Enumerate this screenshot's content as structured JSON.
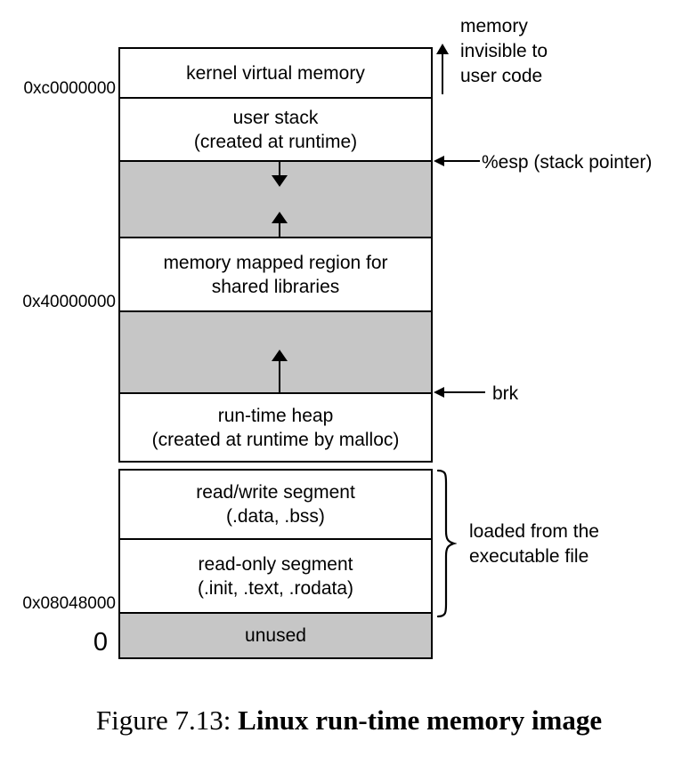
{
  "diagram": {
    "segments": {
      "kernel": {
        "line1": "kernel virtual memory"
      },
      "user_stack": {
        "line1": "user stack",
        "line2": "(created at runtime)"
      },
      "mmap": {
        "line1": "memory mapped region for",
        "line2": "shared libraries"
      },
      "heap": {
        "line1": "run-time heap",
        "line2": "(created at runtime by malloc)"
      },
      "rw": {
        "line1": "read/write segment",
        "line2": "(.data, .bss)"
      },
      "ro": {
        "line1": "read-only segment",
        "line2": "(.init, .text, .rodata)"
      },
      "unused": {
        "line1": "unused"
      }
    },
    "addresses": {
      "kernel_boundary": "0xc0000000",
      "mmap_boundary": "0x40000000",
      "text_start": "0x08048000",
      "zero": "0"
    },
    "annotations": {
      "invisible_line1": "memory",
      "invisible_line2": "invisible to",
      "invisible_line3": "user code",
      "esp": "%esp (stack pointer)",
      "brk": "brk",
      "loaded_line1": "loaded from the",
      "loaded_line2": "executable file"
    },
    "icons": {
      "stack_growth": "down-arrow-icon",
      "mmap_growth": "up-arrow-icon",
      "heap_growth": "up-arrow-icon",
      "kernel_region": "up-arrow-icon",
      "esp_pointer": "left-arrow-icon",
      "brk_pointer": "left-arrow-icon",
      "executable_group": "curly-brace-icon"
    },
    "colors": {
      "gray_fill": "#c6c6c6",
      "line": "#000000",
      "background": "#ffffff"
    }
  },
  "caption": {
    "prefix": "Figure 7.13: ",
    "title": "Linux run-time memory image"
  }
}
